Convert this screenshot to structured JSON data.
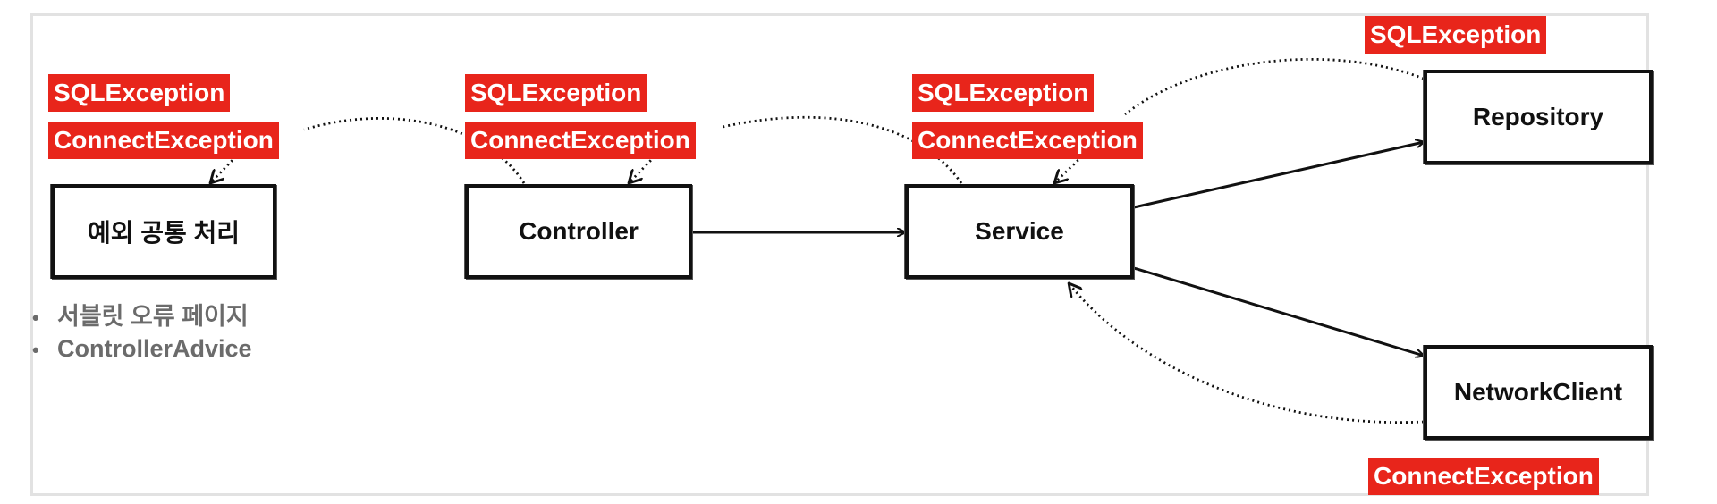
{
  "nodes": {
    "handler": "예외 공통 처리",
    "controller": "Controller",
    "service": "Service",
    "repository": "Repository",
    "network_client": "NetworkClient"
  },
  "tags": {
    "handler_sql": "SQLException",
    "handler_connect": "ConnectException",
    "controller_sql": "SQLException",
    "controller_connect": "ConnectException",
    "service_sql": "SQLException",
    "service_connect": "ConnectException",
    "repository_sql": "SQLException",
    "network_connect": "ConnectException"
  },
  "notes": {
    "items": [
      "서블릿 오류 페이지",
      "ControllerAdvice"
    ]
  },
  "colors": {
    "exception_tag": "#e8251b",
    "box_border": "#111111",
    "note_text": "#6b6b6b"
  }
}
